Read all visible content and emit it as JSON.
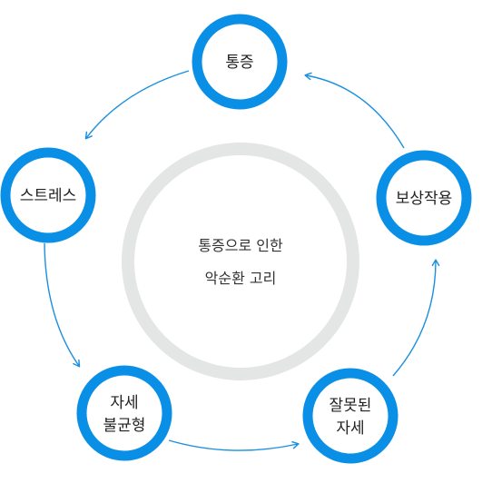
{
  "center": {
    "lines": [
      "통증으로 인한",
      "악순환 고리"
    ]
  },
  "nodes": [
    {
      "id": "pain",
      "lines": [
        "통증"
      ]
    },
    {
      "id": "compensation",
      "lines": [
        "보상작용"
      ]
    },
    {
      "id": "wrong-posture",
      "lines": [
        "잘못된",
        "자세"
      ]
    },
    {
      "id": "imbalance",
      "lines": [
        "자세",
        "불균형"
      ]
    },
    {
      "id": "stress",
      "lines": [
        "스트레스"
      ]
    }
  ],
  "colors": {
    "node_ring": "#0a8fe6",
    "arrow": "#1a8fe0",
    "center_ring": "#e4e5e5",
    "text": "#222222"
  }
}
